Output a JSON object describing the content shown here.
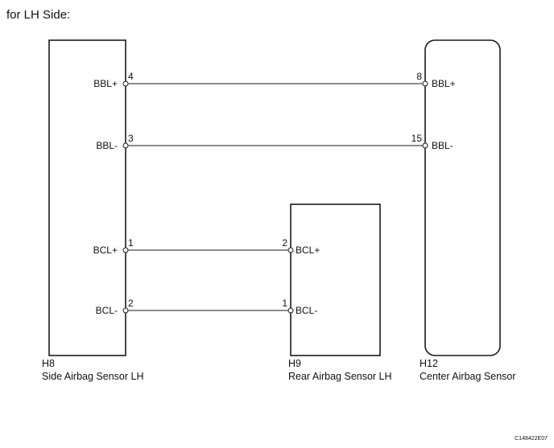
{
  "heading": "for LH Side:",
  "connectors": {
    "h8": {
      "code": "H8",
      "name": "Side Airbag Sensor LH"
    },
    "h9": {
      "code": "H9",
      "name": "Rear Airbag Sensor LH"
    },
    "h12": {
      "code": "H12",
      "name": "Center Airbag Sensor"
    }
  },
  "pins": {
    "h8_bblp": {
      "num": "4",
      "label": "BBL+"
    },
    "h8_bblm": {
      "num": "3",
      "label": "BBL-"
    },
    "h8_bclp": {
      "num": "1",
      "label": "BCL+"
    },
    "h8_bclm": {
      "num": "2",
      "label": "BCL-"
    },
    "h12_bblp": {
      "num": "8",
      "label": "BBL+"
    },
    "h12_bblm": {
      "num": "15",
      "label": "BBL-"
    },
    "h9_bclp": {
      "num": "2",
      "label": "BCL+"
    },
    "h9_bclm": {
      "num": "1",
      "label": "BCL-"
    }
  },
  "figure_code": "C148422E07",
  "colors": {
    "line": "#1a1a1a",
    "text": "#111111",
    "background": "#ffffff"
  }
}
